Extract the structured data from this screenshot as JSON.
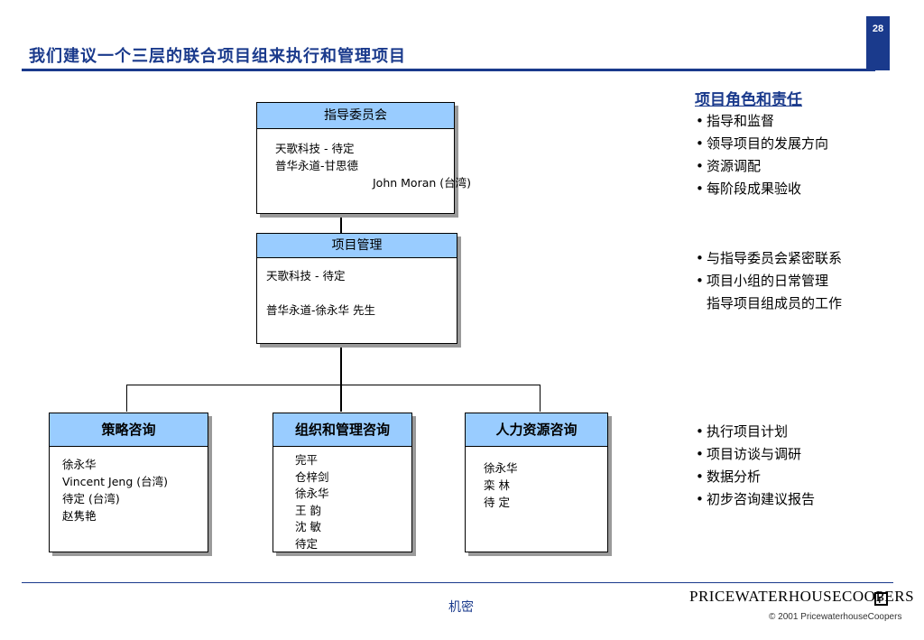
{
  "page_number": "28",
  "title": "我们建议一个三层的联合项目组来执行和管理项目",
  "steering": {
    "header": "指导委员会",
    "lines": [
      "天歌科技 - 待定",
      "普华永道-甘思德",
      "John Moran (台湾)"
    ]
  },
  "pm": {
    "header": "项目管理",
    "lines": [
      "天歌科技 - 待定",
      "普华永道-徐永华 先生"
    ]
  },
  "teams": [
    {
      "header": "策略咨询",
      "lines": [
        "徐永华",
        "Vincent Jeng (台湾)",
        "待定 (台湾)",
        "赵隽艳"
      ]
    },
    {
      "header": "组织和管理咨询",
      "lines": [
        "完平",
        "仓梓剑",
        "徐永华",
        "王  韵",
        "沈 敏",
        "待定"
      ]
    },
    {
      "header": "人力资源咨询",
      "lines": [
        "徐永华",
        "栾 林",
        "待 定"
      ]
    }
  ],
  "roles": {
    "heading": "项目角色和责任",
    "steering_bullets": [
      "指导和监督",
      "领导项目的发展方向",
      "资源调配",
      "每阶段成果验收"
    ],
    "pm_bullets": [
      "与指导委员会紧密联系",
      "项目小组的日常管理",
      "指导项目组成员的工作"
    ],
    "team_bullets": [
      "执行项目计划",
      "项目访谈与调研",
      "数据分析",
      "初步咨询建议报告"
    ]
  },
  "footer": {
    "confidential": "机密",
    "logo": "PRICEWATERHOUSECOOPERS",
    "copyright": "© 2001 PricewaterhouseCoopers"
  },
  "colors": {
    "brand_blue": "#1a3a8c",
    "box_header": "#99ccff",
    "shadow": "#9a9a9a"
  }
}
